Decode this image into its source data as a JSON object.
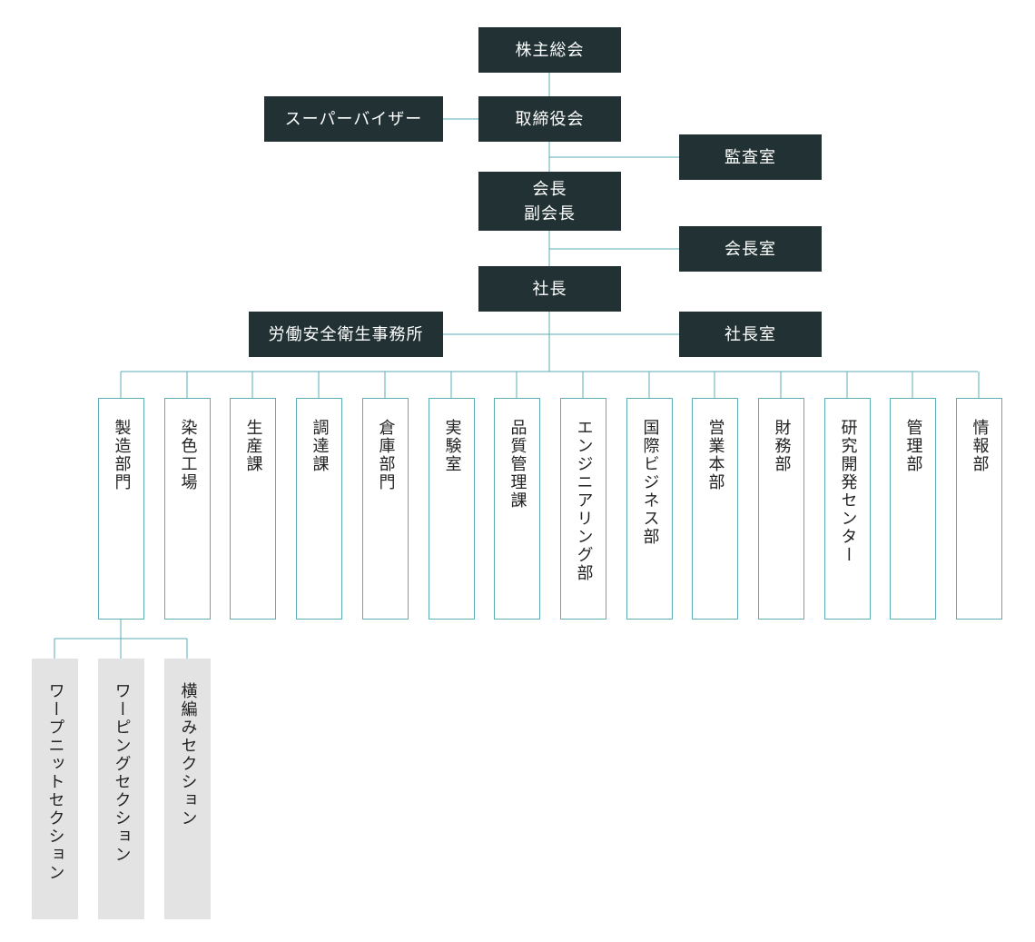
{
  "colors": {
    "box_dark": "#223234",
    "line": "#5aaeb4",
    "section_bg": "#e3e3e3",
    "text_dark": "#222222"
  },
  "top": {
    "shareholders": "株主総会",
    "board": "取締役会",
    "supervisor": "スーパーバイザー",
    "audit": "監査室",
    "chairman": "会長\n副会長",
    "chairman_office": "会長室",
    "president": "社長",
    "safety_office": "労働安全衛生事務所",
    "president_office": "社長室"
  },
  "departments": [
    "製造部門",
    "染色工場",
    "生産課",
    "調達課",
    "倉庫部門",
    "実験室",
    "品質管理課",
    "エンジニアリング部",
    "国際ビジネス部",
    "営業本部",
    "財務部",
    "研究開発センター",
    "管理部",
    "情報部"
  ],
  "sections": [
    "ワープニットセクション",
    "ワーピングセクション",
    "横編みセクション"
  ]
}
